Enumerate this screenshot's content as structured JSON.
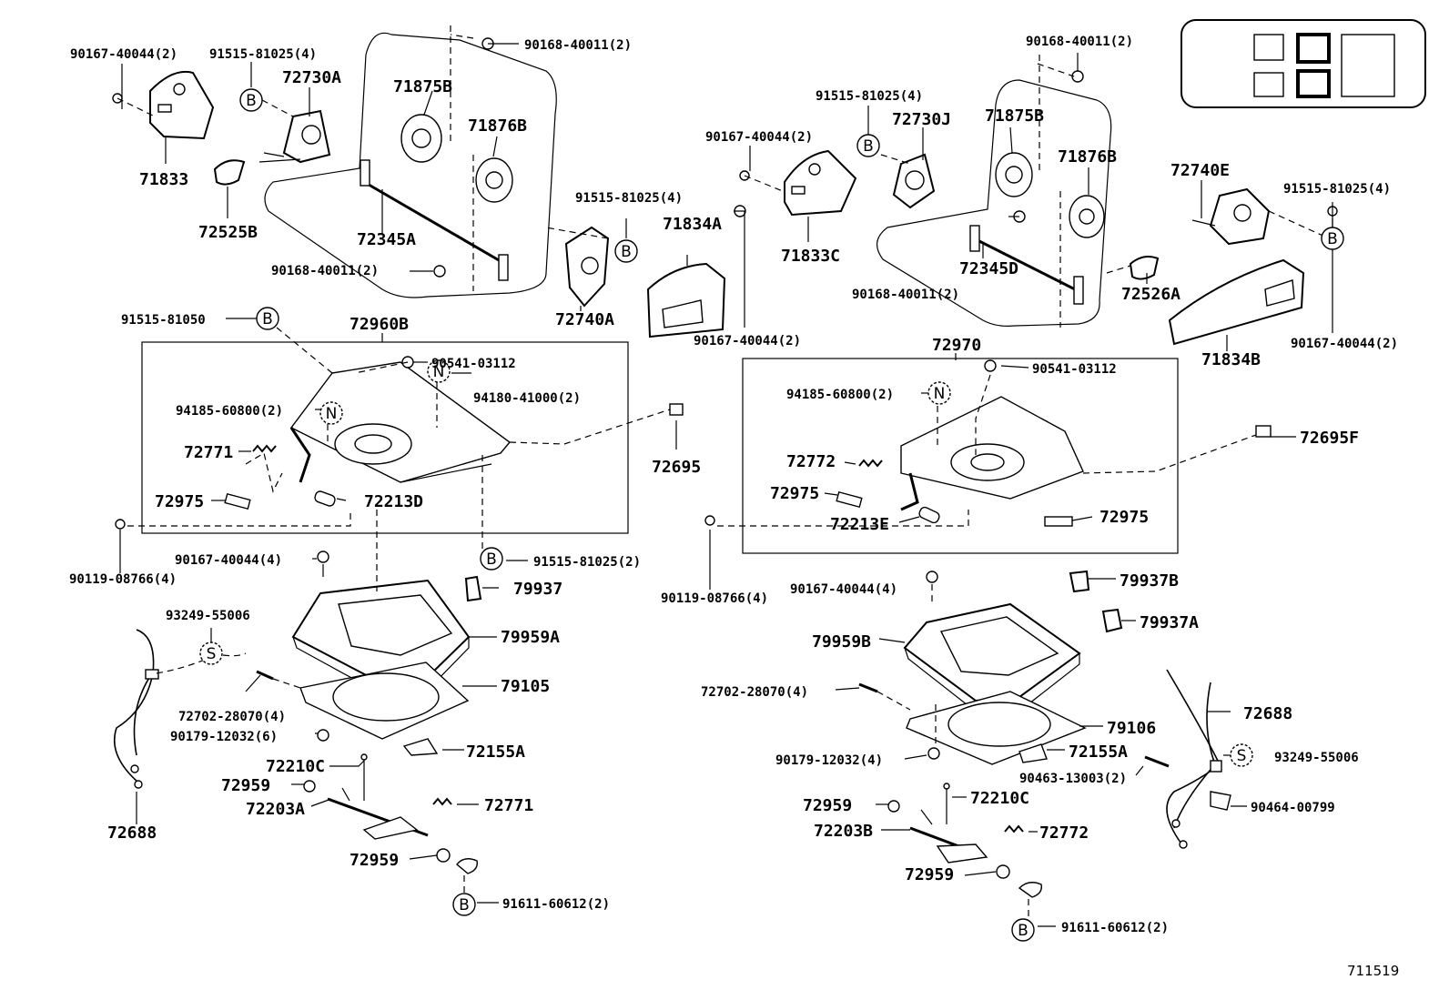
{
  "diagram_code": "711519",
  "symbols": {
    "B": "B",
    "N": "N",
    "S": "S"
  },
  "labels": {
    "p90167_40044_tl": "90167-40044(2)",
    "p91515_81025_tl": "91515-81025(4)",
    "p72730A": "72730A",
    "p90168_40011_top": "90168-40011(2)",
    "p71875B_l": "71875B",
    "p71876B_l": "71876B",
    "p71833": "71833",
    "p72525B": "72525B",
    "p72345A": "72345A",
    "p91515_81025_m": "91515-81025(4)",
    "p90168_40011_l": "90168-40011(2)",
    "p72740A": "72740A",
    "p71834A": "71834A",
    "p90167_40044_m": "90167-40044(2)",
    "p90168_40011_tr": "90168-40011(2)",
    "p91515_81025_r": "91515-81025(4)",
    "p72730J": "72730J",
    "p71875B_r": "71875B",
    "p71876B_r": "71876B",
    "p90167_40044_r": "90167-40044(2)",
    "p71833C": "71833C",
    "p72740E": "72740E",
    "p91515_81025_fr": "91515-81025(4)",
    "p72345D": "72345D",
    "p90168_40011_r": "90168-40011(2)",
    "p72526A": "72526A",
    "p90167_40044_fr": "90167-40044(2)",
    "p71834B": "71834B",
    "p91515_81050": "91515-81050",
    "p72960B": "72960B",
    "p90541_03112_l": "90541-03112",
    "p94185_60800_l": "94185-60800(2)",
    "p94180_41000": "94180-41000(2)",
    "p72771_l": "72771",
    "p72975_l": "72975",
    "p72213D": "72213D",
    "p72695": "72695",
    "p90119_08766_l": "90119-08766(4)",
    "p90167_40044_bl": "90167-40044(4)",
    "p91515_81025_b": "91515-81025(2)",
    "p79937": "79937",
    "p93249_55006_l": "93249-55006",
    "p79959A": "79959A",
    "p79105": "79105",
    "p72702_28070_l": "72702-28070(4)",
    "p90179_12032_l": "90179-12032(6)",
    "p72155A_l": "72155A",
    "p72210C_l": "72210C",
    "p72959_l1": "72959",
    "p72203A": "72203A",
    "p72771_b": "72771",
    "p72688_l": "72688",
    "p72959_l2": "72959",
    "p91611_60612_l": "91611-60612(2)",
    "p72970": "72970",
    "p90541_03112_r": "90541-03112",
    "p94185_60800_r": "94185-60800(2)",
    "p72772_r": "72772",
    "p72975_r1": "72975",
    "p72213E": "72213E",
    "p72975_r2": "72975",
    "p72695F": "72695F",
    "p90119_08766_r": "90119-08766(4)",
    "p90167_40044_br": "90167-40044(4)",
    "p79937B": "79937B",
    "p79937A": "79937A",
    "p79959B": "79959B",
    "p72702_28070_r": "72702-28070(4)",
    "p79106": "79106",
    "p72688_r": "72688",
    "p90179_12032_r": "90179-12032(4)",
    "p72155A_r": "72155A",
    "p93249_55006_r": "93249-55006",
    "p90463_13003": "90463-13003(2)",
    "p72959_r1": "72959",
    "p72210C_r": "72210C",
    "p90464_00799": "90464-00799",
    "p72203B": "72203B",
    "p72772_b": "72772",
    "p72959_r2": "72959",
    "p91611_60612_r": "91611-60612(2)"
  }
}
